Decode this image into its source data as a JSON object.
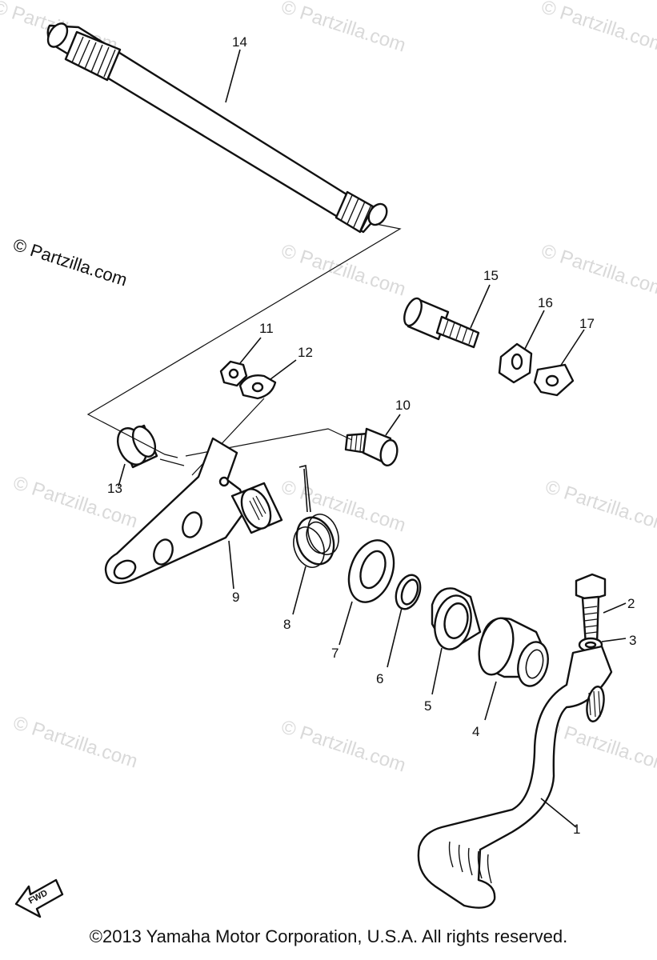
{
  "watermark": "© Partzilla.com",
  "copyright": "©2013 Yamaha Motor Corporation, U.S.A. All rights reserved.",
  "fwd_label": "FWD",
  "callouts": [
    "1",
    "2",
    "3",
    "4",
    "5",
    "6",
    "7",
    "8",
    "9",
    "10",
    "11",
    "12",
    "13",
    "14",
    "15",
    "16",
    "17"
  ]
}
